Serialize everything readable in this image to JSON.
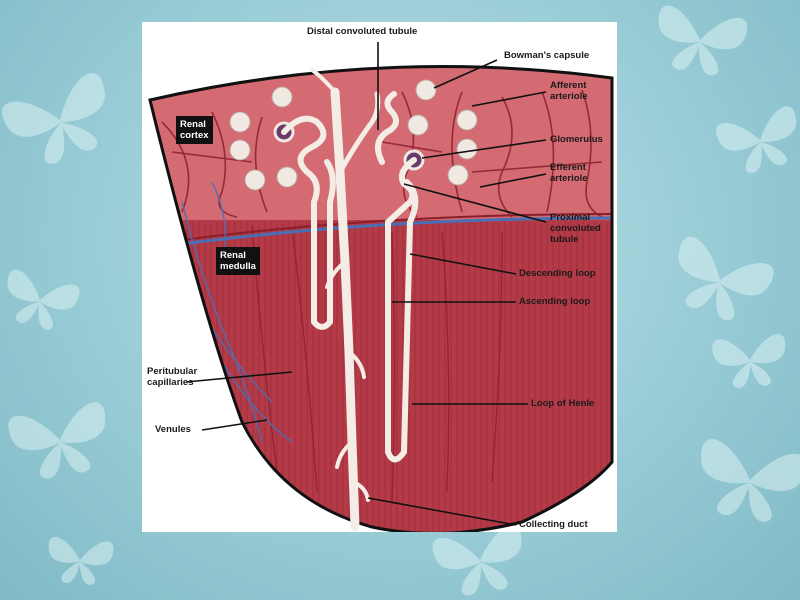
{
  "slide": {
    "background_color": "#9fd0d9",
    "decoration": "butterfly-pattern"
  },
  "diagram": {
    "region_tags": {
      "cortex": [
        "Renal",
        "cortex"
      ],
      "medulla": [
        "Renal",
        "medulla"
      ]
    },
    "labels": {
      "distal_convoluted_tubule": "Distal convoluted tubule",
      "bowmans_capsule": "Bowman's capsule",
      "afferent_arteriole": [
        "Afferent",
        "arteriole"
      ],
      "glomerulus": "Glomerulus",
      "efferent_arteriole": [
        "Efferent",
        "arteriole"
      ],
      "proximal_convoluted_tubule": [
        "Proximal",
        "convoluted",
        "tubule"
      ],
      "descending_loop": "Descending loop",
      "ascending_loop": "Ascending loop",
      "peritubular_capillaries": [
        "Peritubular",
        "capillaries"
      ],
      "venules": "Venules",
      "loop_of_henle": "Loop of Henle",
      "collecting_duct": "Collecting duct"
    },
    "colors": {
      "cortex": "#d46a72",
      "medulla": "#b53a48",
      "tubule": "#f3ede6",
      "vessel": "#8a1f2c",
      "vein": "#4a6fb5",
      "outline": "#111111"
    }
  }
}
